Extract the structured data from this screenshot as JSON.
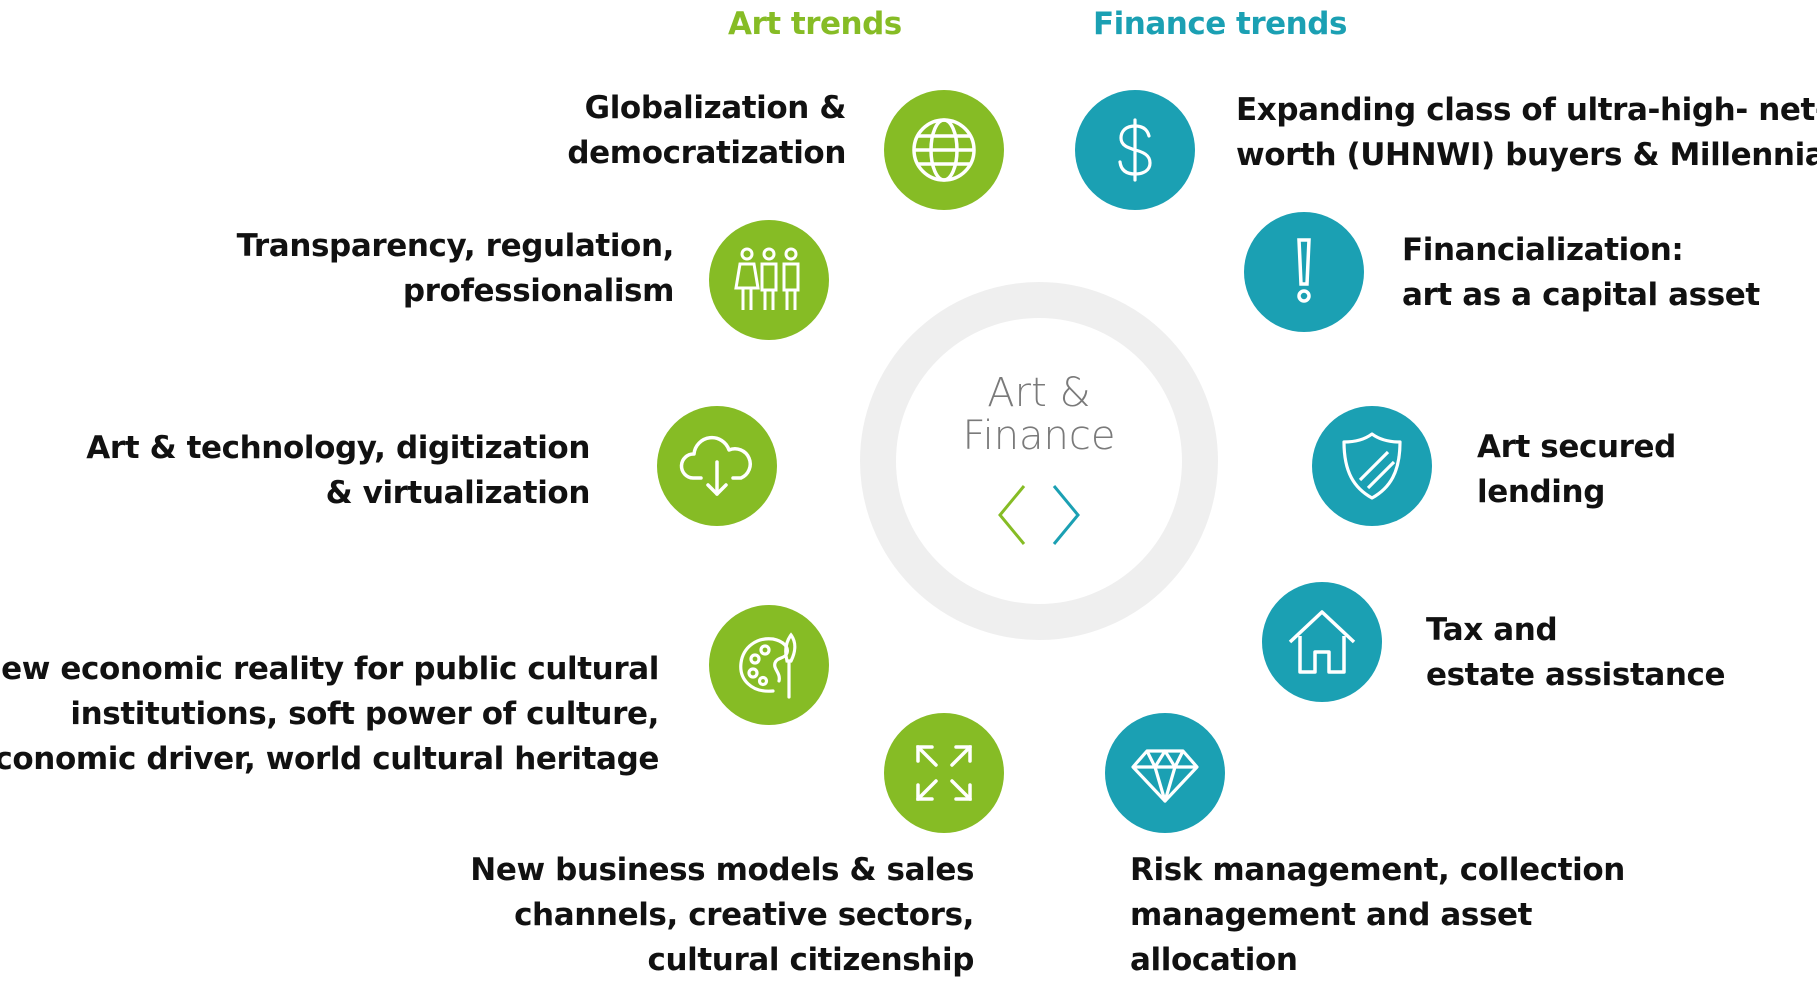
{
  "headers": {
    "art": "Art trends",
    "finance": "Finance trends"
  },
  "hub": {
    "line1": "Art &",
    "line2": "Finance"
  },
  "colors": {
    "art": "#86bc25",
    "finance": "#1ba0b3",
    "ring": "#efefef",
    "text": "#111111"
  },
  "art_trends": [
    {
      "icon": "globe-icon",
      "lines": [
        "Globalization &",
        "democratization"
      ]
    },
    {
      "icon": "people-icon",
      "lines": [
        "Transparency, regulation,",
        "professionalism"
      ]
    },
    {
      "icon": "cloud-download-icon",
      "lines": [
        "Art & technology,  digitization",
        "&  virtualization"
      ]
    },
    {
      "icon": "palette-icon",
      "lines": [
        "New economic reality  for public cultural",
        "institutions, soft power of  culture,",
        "economic driver,   world cultural heritage"
      ]
    },
    {
      "icon": "expand-arrows-icon",
      "lines": [
        "New business models & sales",
        "channels, creative sectors,",
        "cultural citizenship"
      ]
    }
  ],
  "finance_trends": [
    {
      "icon": "dollar-icon",
      "lines": [
        "Expanding class of ultra-high-  net-",
        "worth (UHNWI) buyers & Millennials"
      ]
    },
    {
      "icon": "exclamation-icon",
      "lines": [
        "Financialization:",
        "art as a capital asset"
      ]
    },
    {
      "icon": "shield-icon",
      "lines": [
        "Art secured",
        "lending"
      ]
    },
    {
      "icon": "house-icon",
      "lines": [
        "Tax and",
        "estate assistance"
      ]
    },
    {
      "icon": "diamond-icon",
      "lines": [
        "Risk management, collection",
        "management and asset",
        "allocation"
      ]
    }
  ]
}
